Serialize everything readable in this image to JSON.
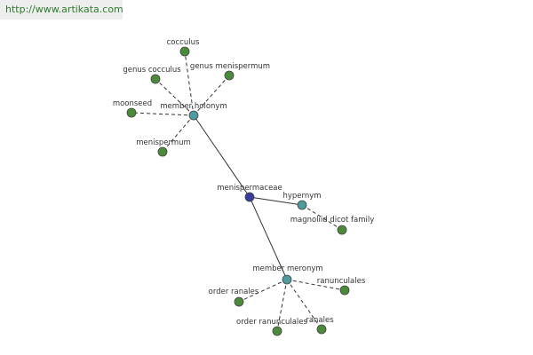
{
  "site": {
    "url": "http://www.artikata.com"
  },
  "colors": {
    "center": "#3b3d9e",
    "relation": "#4f9a9a",
    "leaf": "#4a8a3a",
    "edge": "#333333"
  },
  "nodes": {
    "center": {
      "label": "menispermaceae"
    },
    "hypernym": {
      "label": "hypernym"
    },
    "member_holonym": {
      "label": "member holonym"
    },
    "member_meronym": {
      "label": "member meronym"
    },
    "cocculus": {
      "label": "cocculus"
    },
    "genus_cocculus": {
      "label": "genus cocculus"
    },
    "genus_menispermum": {
      "label": "genus menispermum"
    },
    "moonseed": {
      "label": "moonseed"
    },
    "menispermum": {
      "label": "menispermum"
    },
    "magnoliid_dicot_family": {
      "label": "magnoliid dicot family"
    },
    "ranunculales": {
      "label": "ranunculales"
    },
    "order_ranales": {
      "label": "order ranales"
    },
    "order_ranunculales": {
      "label": "order ranunculales"
    },
    "ranales": {
      "label": "ranales"
    }
  }
}
